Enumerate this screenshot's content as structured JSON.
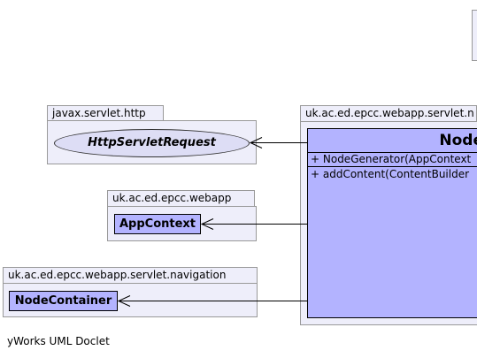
{
  "packages": {
    "servlet_http": "javax.servlet.http",
    "webapp": "uk.ac.ed.epcc.webapp",
    "navigation": "uk.ac.ed.epcc.webapp.servlet.navigation",
    "servlet_main": "uk.ac.ed.epcc.webapp.servlet.n"
  },
  "classes": {
    "http_servlet_request": "HttpServletRequest",
    "app_context": "AppContext",
    "node_container": "NodeContainer"
  },
  "main_class": {
    "name": "Node",
    "constructor": "+ NodeGenerator(AppContext",
    "method": "+ addContent(ContentBuilder"
  },
  "footer": "yWorks UML Doclet",
  "colors": {
    "package_fill": "#eeeefa",
    "class_fill": "#b3b3ff",
    "interface_fill": "#ddddf5"
  }
}
